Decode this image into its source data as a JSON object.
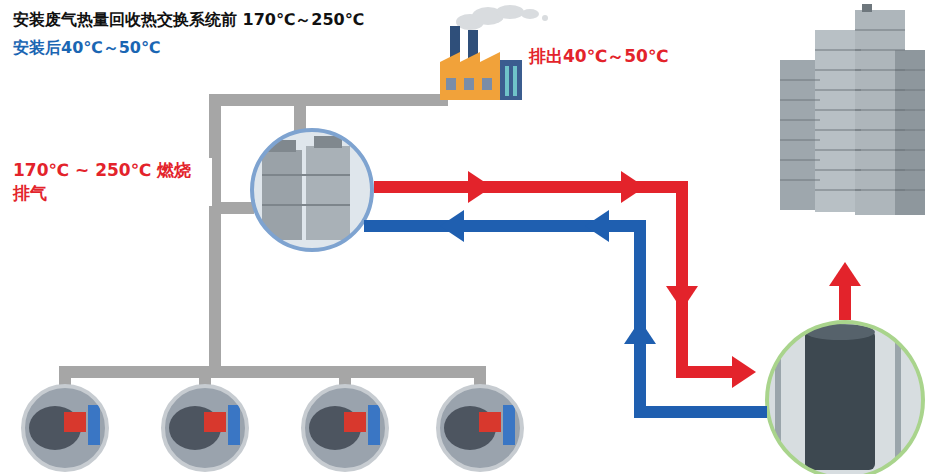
{
  "diagram": {
    "labels": [
      "安装废气热量回收热交换系统前 170℃～250℃",
      "安装后40℃～50℃",
      "排出40℃～50℃",
      "170℃ ~ 250℃ 燃烧 排气"
    ]
  }
}
